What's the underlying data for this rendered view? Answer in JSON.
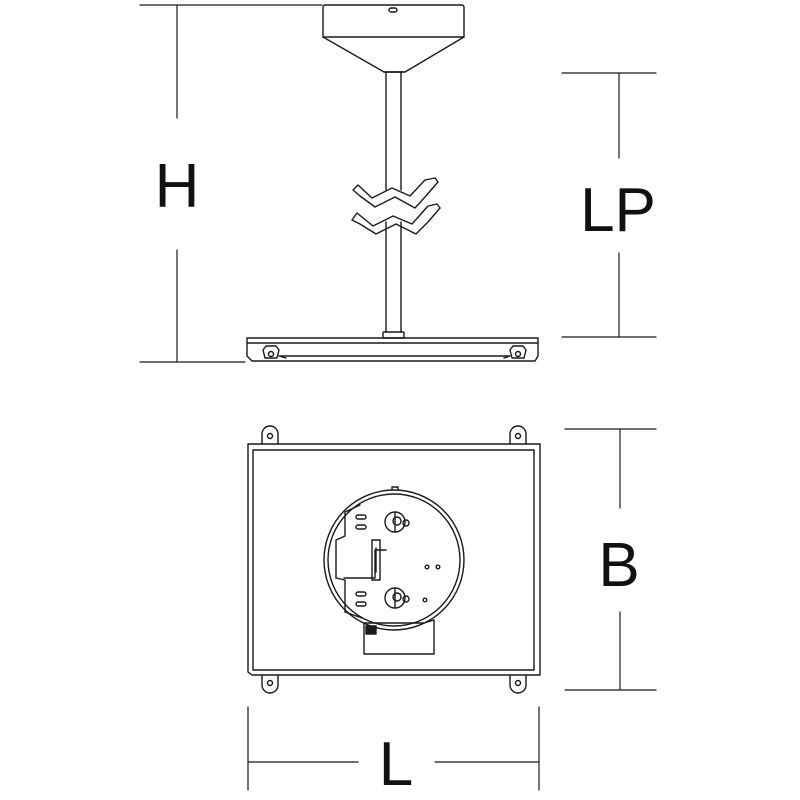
{
  "dimensions": {
    "height_label": "H",
    "pendant_length_label": "LP",
    "width_label": "B",
    "length_label": "L"
  },
  "colors": {
    "stroke": "#1a1a1a",
    "background": "#ffffff"
  }
}
